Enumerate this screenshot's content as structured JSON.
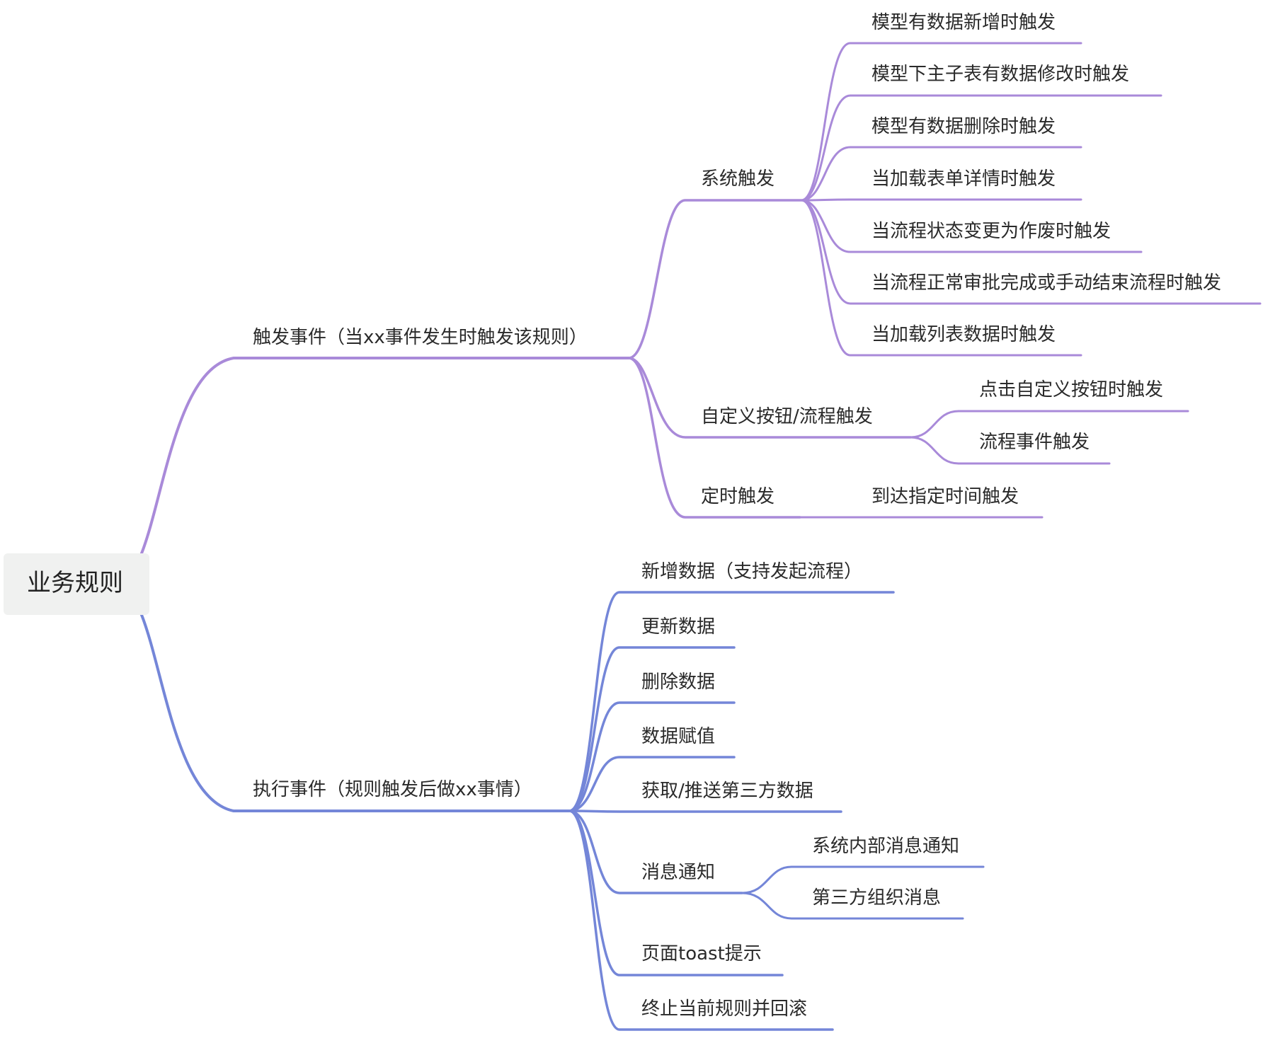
{
  "colors": {
    "trigger_branch": "#a98ad9",
    "action_branch": "#7486d8",
    "root_box": "#f0f1f0",
    "text": "#2a2a2a"
  },
  "mindmap": {
    "root": "业务规则",
    "trigger": {
      "label": "触发事件（当xx事件发生时触发该规则）",
      "system": {
        "label": "系统触发",
        "items": [
          "模型有数据新增时触发",
          "模型下主子表有数据修改时触发",
          "模型有数据删除时触发",
          "当加载表单详情时触发",
          "当流程状态变更为作废时触发",
          "当流程正常审批完成或手动结束流程时触发",
          "当加载列表数据时触发"
        ]
      },
      "custom": {
        "label": "自定义按钮/流程触发",
        "items": [
          "点击自定义按钮时触发",
          "流程事件触发"
        ]
      },
      "timer": {
        "label": "定时触发",
        "items": [
          "到达指定时间触发"
        ]
      }
    },
    "action": {
      "label": "执行事件（规则触发后做xx事情）",
      "items": [
        "新增数据（支持发起流程）",
        "更新数据",
        "删除数据",
        "数据赋值",
        "获取/推送第三方数据",
        "消息通知",
        "页面toast提示",
        "终止当前规则并回滚"
      ],
      "notify": {
        "items": [
          "系统内部消息通知",
          "第三方组织消息"
        ]
      }
    }
  }
}
